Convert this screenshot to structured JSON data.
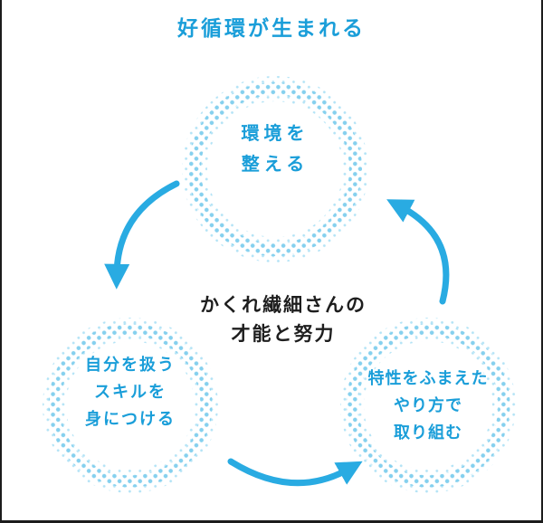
{
  "title": "好循環が生まれる",
  "center": {
    "line1": "かくれ繊細さんの",
    "line2": "才能と努力"
  },
  "circles": {
    "top": {
      "lines": [
        "環境を",
        "整える"
      ]
    },
    "left": {
      "lines": [
        "自分を扱う",
        "スキルを",
        "身につける"
      ]
    },
    "right": {
      "lines": [
        "特性をふまえた",
        "やり方で",
        "取り組む"
      ]
    }
  },
  "colors": {
    "accent_blue": "#1a9ed9",
    "arrow_blue": "#29abe2",
    "dot_light_blue": "#b3e3f6",
    "dot_mid_blue": "#85d0ee",
    "text_black": "#1e1e1e",
    "frame_black": "#1c1c1c"
  }
}
